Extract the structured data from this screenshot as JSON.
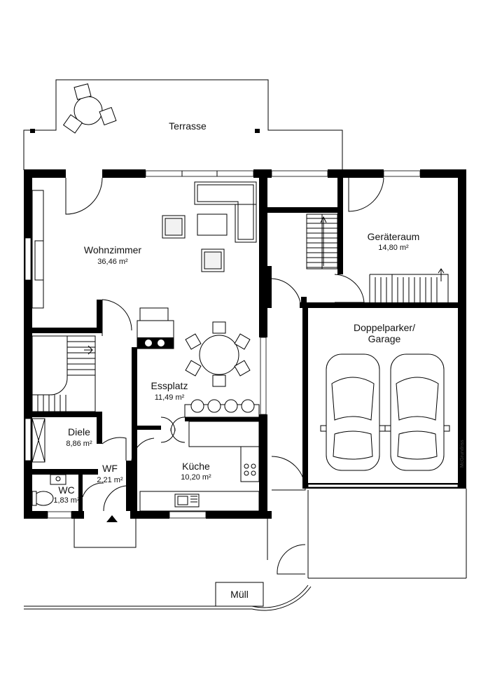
{
  "rooms": [
    {
      "id": "terrasse",
      "name": "Terrasse",
      "area": ""
    },
    {
      "id": "wohnzimmer",
      "name": "Wohnzimmer",
      "area": "36,46 m²"
    },
    {
      "id": "geraeteraum",
      "name": "Geräteraum",
      "area": "14,80 m²"
    },
    {
      "id": "garage",
      "name": "Doppelparker/",
      "name2": "Garage",
      "area": ""
    },
    {
      "id": "essplatz",
      "name": "Essplatz",
      "area": "11,49 m²"
    },
    {
      "id": "diele",
      "name": "Diele",
      "area": "8,86 m²"
    },
    {
      "id": "kueche",
      "name": "Küche",
      "area": "10,20 m²"
    },
    {
      "id": "wf",
      "name": "WF",
      "area": "2,21 m²"
    },
    {
      "id": "wc",
      "name": "WC",
      "area": "1,83 m²"
    },
    {
      "id": "muell",
      "name": "Müll",
      "area": ""
    }
  ],
  "watermark": "McGrundriss",
  "colors": {
    "wall": "#000000",
    "background": "#ffffff"
  }
}
